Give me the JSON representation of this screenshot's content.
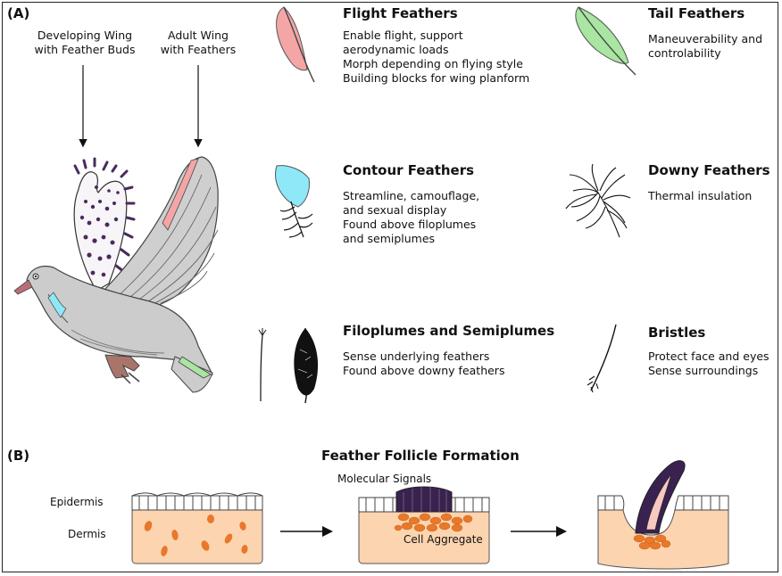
{
  "panel_a": {
    "label": "(A)",
    "wing_labels": {
      "developing": [
        "Developing Wing",
        "with Feather Buds"
      ],
      "adult": [
        "Adult Wing",
        "with Feathers"
      ]
    },
    "feathers": [
      {
        "key": "flight",
        "title": "Flight Feathers",
        "lines": [
          "Enable flight, support",
          "aerodynamic loads",
          "Morph depending on flying style",
          "Building blocks for wing planform"
        ],
        "color": "#f4a6a6"
      },
      {
        "key": "tail",
        "title": "Tail Feathers",
        "lines": [
          "Maneuverability and",
          "controlability"
        ],
        "color": "#a8e6a1"
      },
      {
        "key": "contour",
        "title": "Contour Feathers",
        "lines": [
          "Streamline, camouflage,",
          "and sexual display",
          "Found above filoplumes",
          "and semiplumes"
        ],
        "color": "#8ee8f8"
      },
      {
        "key": "downy",
        "title": "Downy Feathers",
        "lines": [
          "Thermal insulation"
        ],
        "color": "#111111"
      },
      {
        "key": "filoplumes",
        "title": "Filoplumes and Semiplumes",
        "lines": [
          "Sense underlying feathers",
          "Found above downy feathers"
        ],
        "color": "#111111"
      },
      {
        "key": "bristles",
        "title": "Bristles",
        "lines": [
          "Protect face and eyes",
          "Sense surroundings"
        ],
        "color": "#111111"
      }
    ]
  },
  "panel_b": {
    "label": "(B)",
    "title": "Feather Follicle Formation",
    "epidermis": "Epidermis",
    "dermis": "Dermis",
    "molecular": "Molecular Signals",
    "aggregate": "Cell Aggregate",
    "colors": {
      "dermis": "#fcd4b0",
      "cells": "#e8782a",
      "signal": "#3a2250"
    }
  }
}
